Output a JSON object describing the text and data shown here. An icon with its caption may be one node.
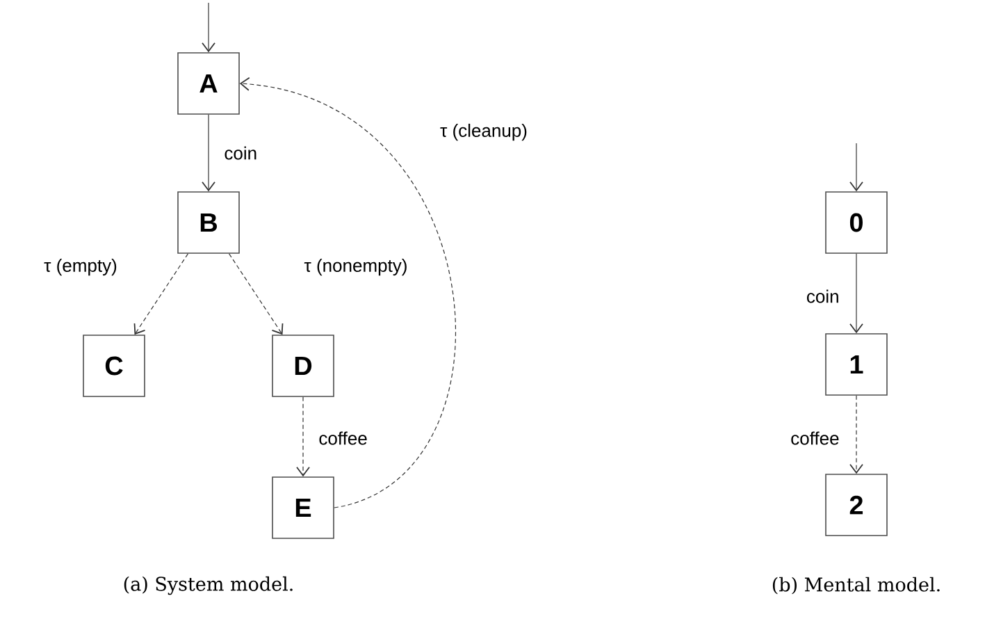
{
  "diagram": {
    "nodes": [
      {
        "text": [
          "A"
        ]
      },
      {
        "text": [
          "B"
        ]
      },
      {
        "text": [
          "C"
        ]
      },
      {
        "text": [
          "D"
        ]
      },
      {
        "text": [
          "E"
        ]
      },
      {
        "text": [
          "0"
        ]
      },
      {
        "text": [
          "1"
        ]
      },
      {
        "text": [
          "2"
        ]
      }
    ],
    "edges": [
      {
        "from": null,
        "to": 0,
        "arrow": "to"
      },
      {
        "from": 0,
        "to": 1,
        "arrow": "to",
        "label": "coin"
      },
      {
        "from": 1,
        "to": 2,
        "arrow": "to",
        "label": "τ (empty)",
        "style": "dashed"
      },
      {
        "from": 1,
        "to": 3,
        "arrow": "to",
        "label": "τ (nonempty)",
        "style": "dashed"
      },
      {
        "from": 3,
        "to": 4,
        "arrow": "to",
        "label": "coffee",
        "style": "dashed"
      },
      {
        "from": 4,
        "to": 0,
        "arrow": "to",
        "label": "τ (cleanup)",
        "style": "dashed"
      },
      {
        "from": null,
        "to": 5,
        "arrow": "to"
      },
      {
        "from": 5,
        "to": 6,
        "arrow": "to",
        "label": "coin"
      },
      {
        "from": 6,
        "to": 7,
        "arrow": "to",
        "label": "coffee",
        "style": "dashed"
      }
    ],
    "labels": [
      "(a) System model.",
      "(b) Mental model."
    ]
  }
}
